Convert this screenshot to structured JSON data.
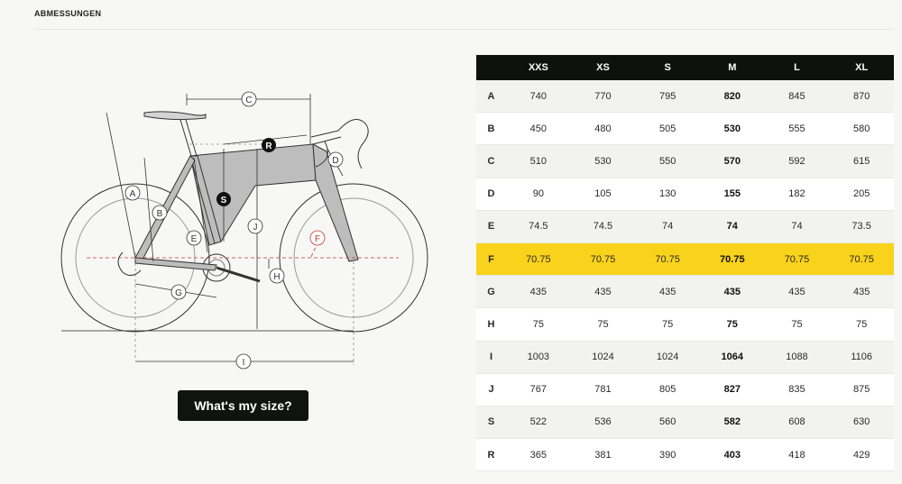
{
  "section": {
    "title": "ABMESSUNGEN"
  },
  "button": {
    "label": "What's my size?"
  },
  "diagram": {
    "labels": [
      "A",
      "B",
      "C",
      "D",
      "E",
      "F",
      "G",
      "H",
      "I",
      "J",
      "R",
      "S"
    ]
  },
  "table": {
    "sizes": [
      "XXS",
      "XS",
      "S",
      "M",
      "L",
      "XL"
    ],
    "highlight_row": "F",
    "highlight_color": "#f9d21c",
    "rows": [
      {
        "label": "A",
        "values": [
          "740",
          "770",
          "795",
          "820",
          "845",
          "870"
        ]
      },
      {
        "label": "B",
        "values": [
          "450",
          "480",
          "505",
          "530",
          "555",
          "580"
        ]
      },
      {
        "label": "C",
        "values": [
          "510",
          "530",
          "550",
          "570",
          "592",
          "615"
        ]
      },
      {
        "label": "D",
        "values": [
          "90",
          "105",
          "130",
          "155",
          "182",
          "205"
        ]
      },
      {
        "label": "E",
        "values": [
          "74.5",
          "74.5",
          "74",
          "74",
          "74",
          "73.5"
        ]
      },
      {
        "label": "F",
        "values": [
          "70.75",
          "70.75",
          "70.75",
          "70.75",
          "70.75",
          "70.75"
        ]
      },
      {
        "label": "G",
        "values": [
          "435",
          "435",
          "435",
          "435",
          "435",
          "435"
        ]
      },
      {
        "label": "H",
        "values": [
          "75",
          "75",
          "75",
          "75",
          "75",
          "75"
        ]
      },
      {
        "label": "I",
        "values": [
          "1003",
          "1024",
          "1024",
          "1064",
          "1088",
          "1106"
        ]
      },
      {
        "label": "J",
        "values": [
          "767",
          "781",
          "805",
          "827",
          "835",
          "875"
        ]
      },
      {
        "label": "S",
        "values": [
          "522",
          "536",
          "560",
          "582",
          "608",
          "630"
        ]
      },
      {
        "label": "R",
        "values": [
          "365",
          "381",
          "390",
          "403",
          "418",
          "429"
        ]
      }
    ]
  }
}
